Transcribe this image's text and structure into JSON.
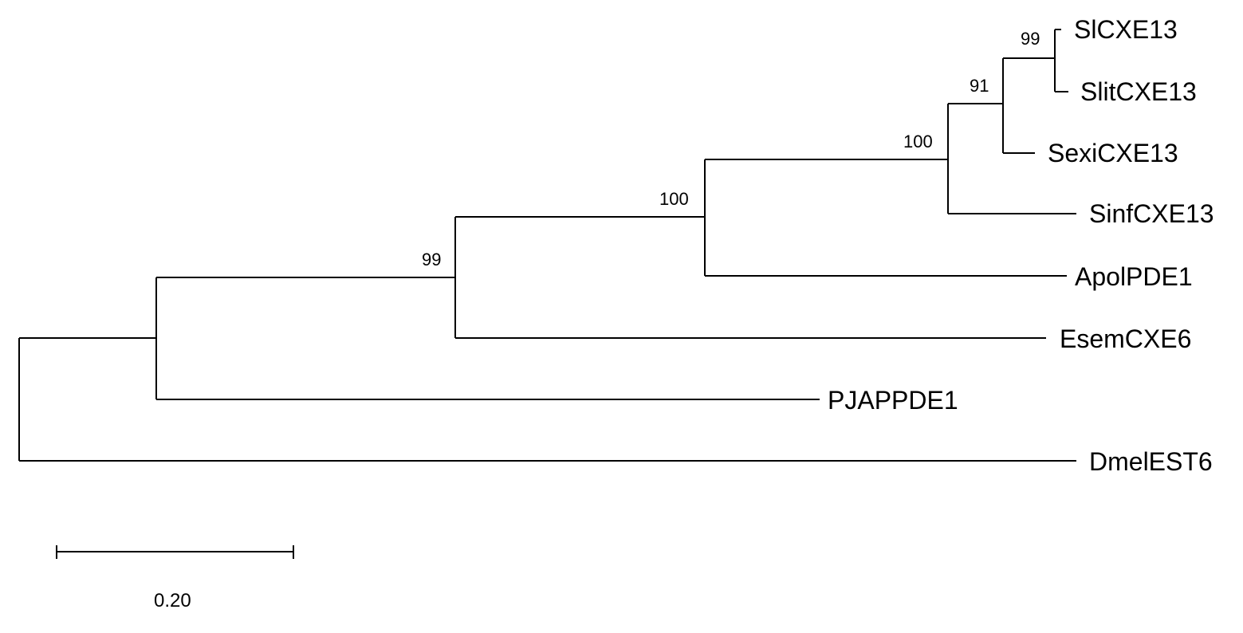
{
  "tree": {
    "taxa": [
      "SlCXE13",
      "SlitCXE13",
      "SexiCXE13",
      "SinfCXE13",
      "ApolPDE1",
      "EsemCXE6",
      "PJAPPDE1",
      "DmelEST6"
    ],
    "bootstrap": [
      "99",
      "91",
      "100",
      "100",
      "99"
    ],
    "scale_bar_label": "0.20"
  }
}
